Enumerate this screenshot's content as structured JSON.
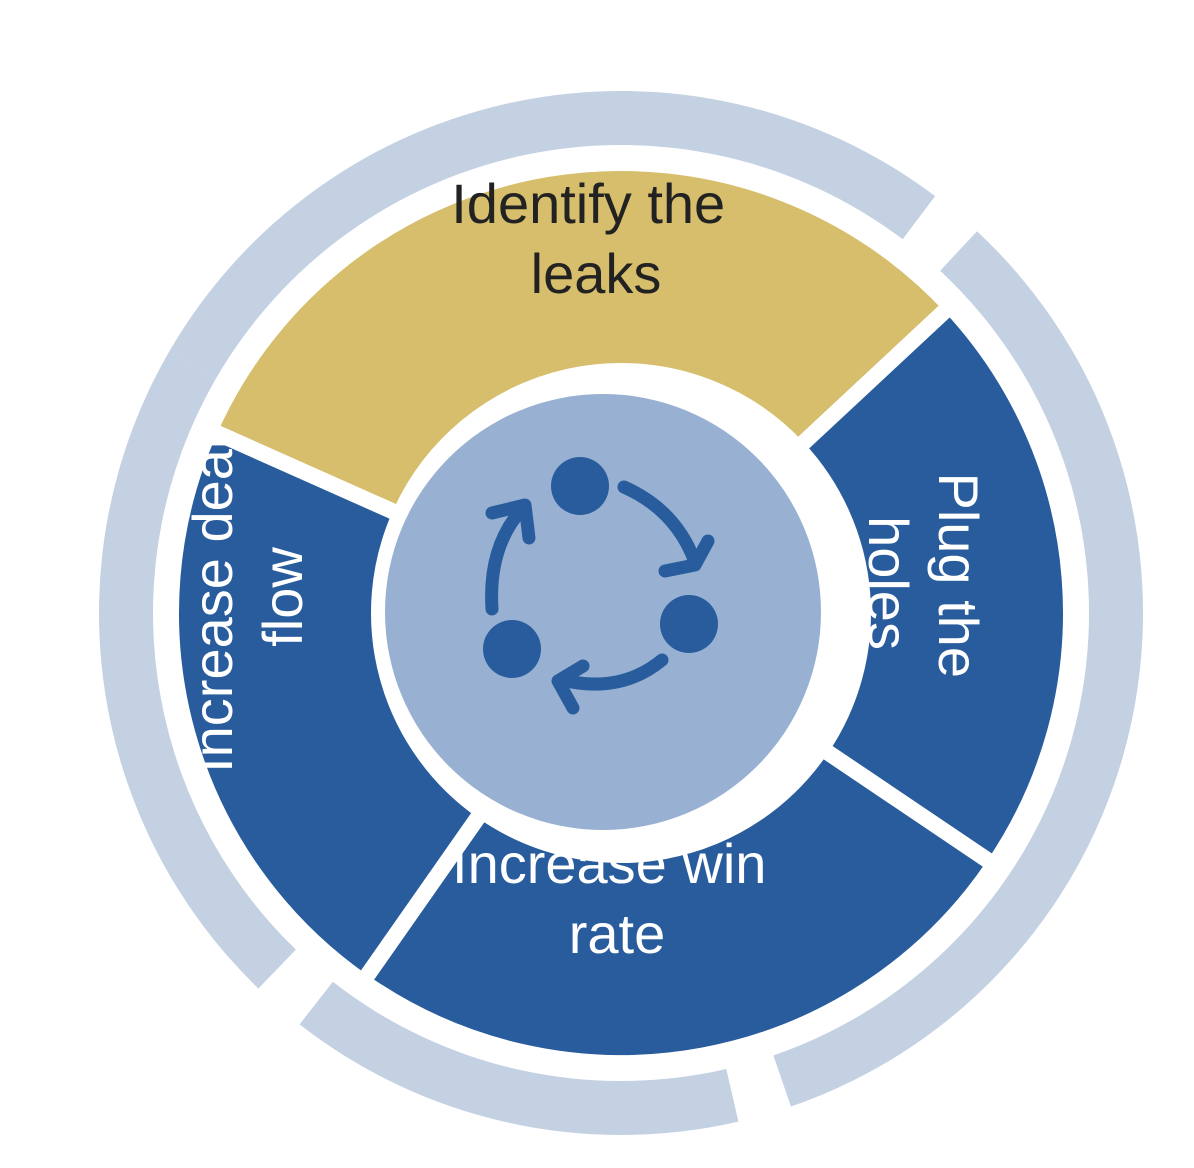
{
  "colors": {
    "outer_ring": "#c3d1e3",
    "active_segment": "#d6be6c",
    "segment": "#285c9c",
    "hub": "#98b1d2",
    "icon": "#285c9c",
    "active_text": "#222222",
    "segment_text": "#ffffff",
    "gap": "#ffffff"
  },
  "segments": [
    {
      "id": "top",
      "lines": [
        "Identify the",
        "leaks"
      ],
      "active": true
    },
    {
      "id": "right",
      "lines": [
        "Plug the",
        "holes"
      ],
      "active": false
    },
    {
      "id": "bottom",
      "lines": [
        "Increase win",
        "rate"
      ],
      "active": false
    },
    {
      "id": "left",
      "lines": [
        "Increase deal",
        "flow"
      ],
      "active": false
    }
  ],
  "center_icon": "cycle-icon"
}
